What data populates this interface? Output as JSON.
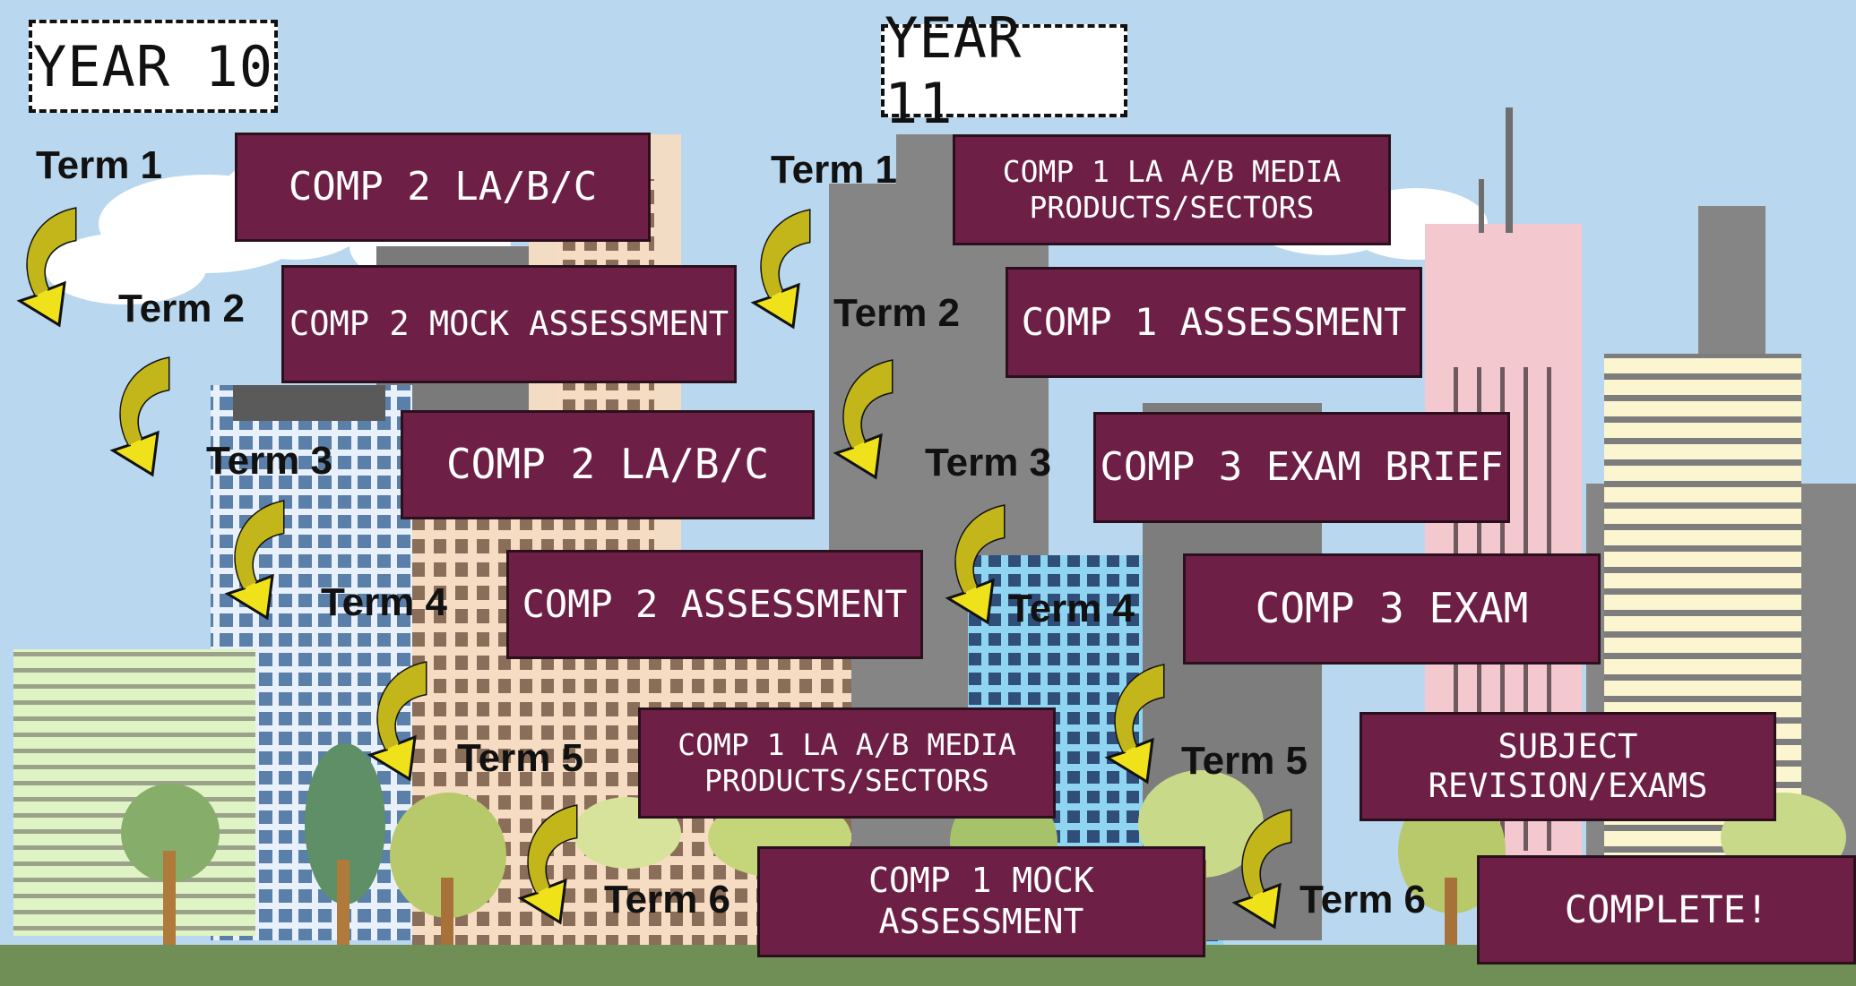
{
  "colors": {
    "box_fill": "#6e1f45",
    "arrow_fill": "#f0e21a",
    "arrow_dark": "#c3b61a",
    "sky": "#b9d7ee"
  },
  "year10": {
    "title": "YEAR 10",
    "terms": [
      {
        "label": "Term 1",
        "box": "COMP 2 LA/B/C"
      },
      {
        "label": "Term 2",
        "box": "COMP 2 MOCK ASSESSMENT"
      },
      {
        "label": "Term 3",
        "box": "COMP 2 LA/B/C"
      },
      {
        "label": "Term 4",
        "box": "COMP 2 ASSESSMENT"
      },
      {
        "label": "Term 5",
        "box": "COMP 1 LA A/B MEDIA\nPRODUCTS/SECTORS"
      },
      {
        "label": "Term 6",
        "box": "COMP 1 MOCK ASSESSMENT"
      }
    ]
  },
  "year11": {
    "title": "YEAR 11",
    "terms": [
      {
        "label": "Term 1",
        "box": "COMP 1 LA A/B MEDIA\nPRODUCTS/SECTORS"
      },
      {
        "label": "Term 2",
        "box": "COMP 1 ASSESSMENT"
      },
      {
        "label": "Term 3",
        "box": "COMP 3 EXAM BRIEF"
      },
      {
        "label": "Term 4",
        "box": "COMP 3 EXAM"
      },
      {
        "label": "Term 5",
        "box": "SUBJECT REVISION/EXAMS"
      },
      {
        "label": "Term 6",
        "box": "COMPLETE!"
      }
    ]
  }
}
